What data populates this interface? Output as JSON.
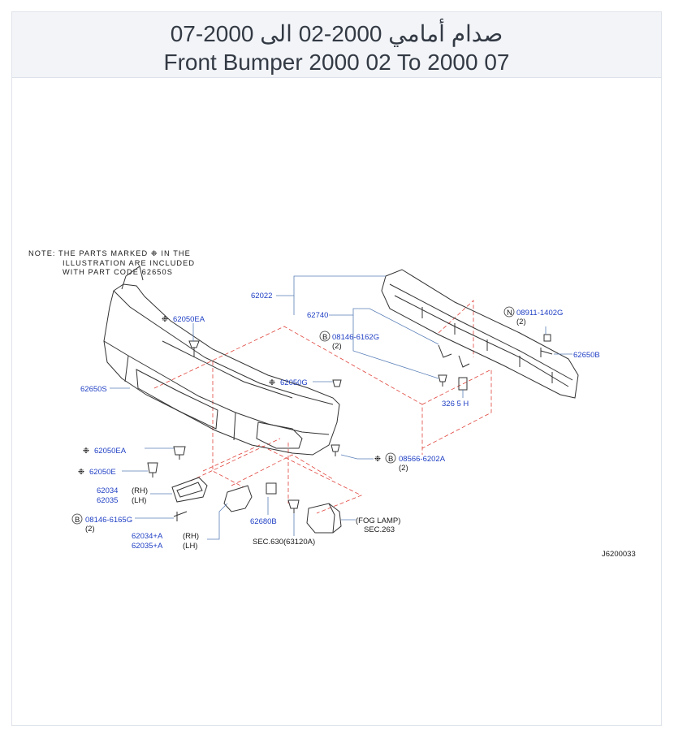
{
  "header": {
    "title_ar": "صدام أمامي 2000-02 الى 2000-07",
    "title_en": "Front Bumper 2000 02 To 2000 07"
  },
  "diagram": {
    "note_lines": [
      "NOTE: THE PARTS MARKED ❉ IN THE",
      "ILLUSTRATION ARE INCLUDED",
      "WITH PART CODE 62650S"
    ],
    "part_numbers": {
      "p62022": "62022",
      "p62740": "62740",
      "p62050EA_top": "62050EA",
      "p08146_6162G": "08146-6162G",
      "p08911_1402G": "08911-1402G",
      "p62650B": "62650B",
      "p62650S": "62650S",
      "p62050G": "62050G",
      "p62050EA_bottom": "62050EA",
      "p62050E": "62050E",
      "p08566_6202A": "08566-6202A",
      "p62034": "62034",
      "p62035": "62035",
      "p08146_6165G": "08146-6165G",
      "p62680B": "62680B",
      "p62034A": "62034+A",
      "p62035A": "62035+A",
      "p326": "326 5  H"
    },
    "labels": {
      "qty_2": "(2)",
      "rh": "(RH)",
      "lh": "(LH)",
      "fog_lamp": "(FOG  LAMP)",
      "sec263": "SEC.263",
      "sec630": "SEC.630(63120A)",
      "diagram_code": "J6200033",
      "circle_b": "B",
      "circle_n": "N",
      "mark": "❉"
    }
  }
}
